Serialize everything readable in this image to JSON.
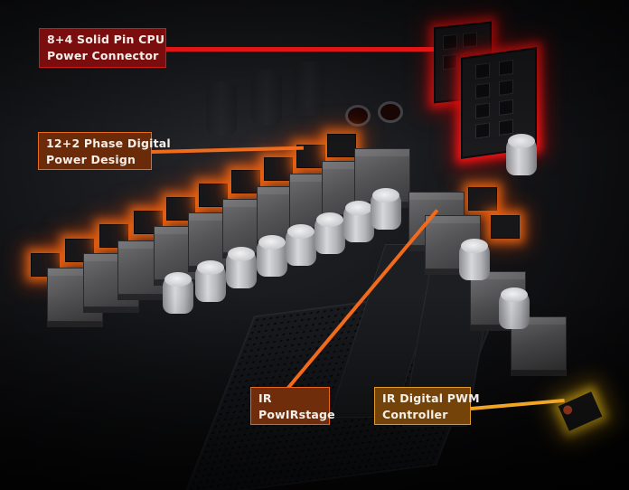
{
  "image": {
    "subject": "Motherboard VRM area close-up with callouts",
    "colors": {
      "background": "#050506",
      "cpu_connector_accent": "#e01515",
      "phase_accent": "#f26a1b",
      "powirstage_accent": "#f26a1b",
      "pwm_controller_accent": "#f0a624"
    }
  },
  "callouts": [
    {
      "id": "cpu-power",
      "lines": [
        "8+4 Solid Pin CPU",
        "Power Connector"
      ],
      "color": "#e01515"
    },
    {
      "id": "phase-design",
      "lines": [
        "12+2 Phase Digital",
        "Power Design"
      ],
      "color": "#f26a1b"
    },
    {
      "id": "powirstage",
      "lines": [
        "IR",
        "PowIRstage"
      ],
      "color": "#f26a1b"
    },
    {
      "id": "pwm-controller",
      "lines": [
        "IR Digital PWM",
        "Controller"
      ],
      "color": "#f0a624"
    }
  ]
}
